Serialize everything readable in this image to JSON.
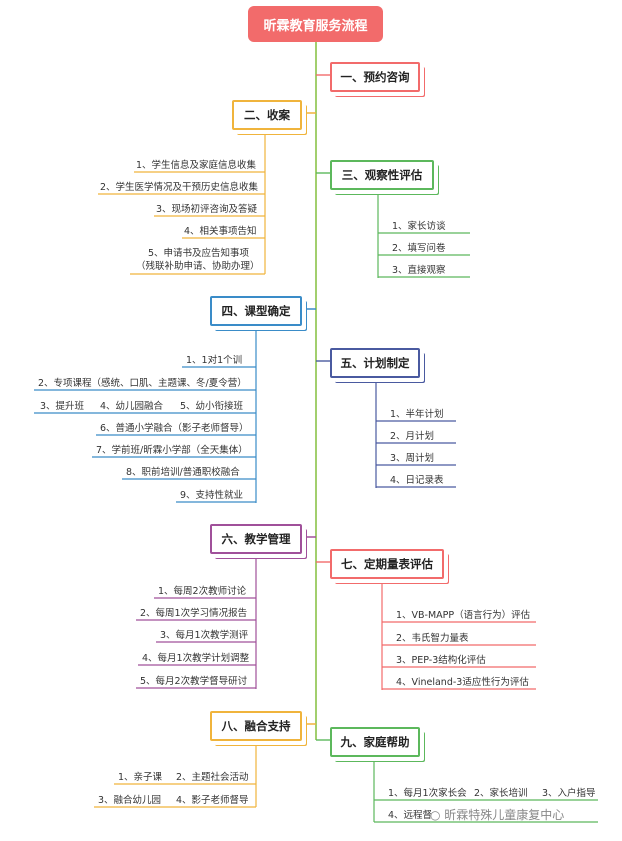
{
  "title": "昕霖教育服务流程",
  "colors": {
    "trunk": "#8bc34a",
    "red": "#f26b6b",
    "orange": "#f0b43c",
    "green": "#5cb85c",
    "blue": "#3a8cc8",
    "navy": "#4a5aa0",
    "purple": "#a0509a"
  },
  "s1": {
    "label": "一、预约咨询"
  },
  "s2": {
    "label": "二、收案",
    "items": [
      "1、学生信息及家庭信息收集",
      "2、学生医学情况及干预历史信息收集",
      "3、现场初评咨询及答疑",
      "4、相关事项告知",
      "5、申请书及应告知事项",
      "（残联补助申请、协助办理）"
    ]
  },
  "s3": {
    "label": "三、观察性评估",
    "items": [
      "1、家长访谈",
      "2、填写问卷",
      "3、直接观察"
    ]
  },
  "s4": {
    "label": "四、课型确定",
    "items": [
      "1、1对1个训",
      "2、专项课程（感统、口肌、主题课、冬/夏令营）",
      "3、提升班",
      "4、幼儿园融合",
      "5、幼小衔接班",
      "6、普通小学融合（影子老师督导）",
      "7、学前班/昕霖小学部（全天集体）",
      "8、职前培训/普通职校融合",
      "9、支持性就业"
    ]
  },
  "s5": {
    "label": "五、计划制定",
    "items": [
      "1、半年计划",
      "2、月计划",
      "3、周计划",
      "4、日记录表"
    ]
  },
  "s6": {
    "label": "六、教学管理",
    "items": [
      "1、每周2次教师讨论",
      "2、每周1次学习情况报告",
      "3、每月1次教学测评",
      "4、每月1次教学计划调整",
      "5、每月2次教学督导研讨"
    ]
  },
  "s7": {
    "label": "七、定期量表评估",
    "items": [
      "1、VB-MAPP（语言行为）评估",
      "2、韦氏智力量表",
      "3、PEP-3结构化评估",
      "4、Vineland-3适应性行为评估"
    ]
  },
  "s8": {
    "label": "八、融合支持",
    "items": [
      "1、亲子课",
      "2、主题社会活动",
      "3、融合幼儿园",
      "4、影子老师督导"
    ]
  },
  "s9": {
    "label": "九、家庭帮助",
    "items": [
      "1、每月1次家长会",
      "2、家长培训",
      "3、入户指导",
      "4、远程督"
    ]
  },
  "watermark": "昕霖特殊儿童康复中心"
}
